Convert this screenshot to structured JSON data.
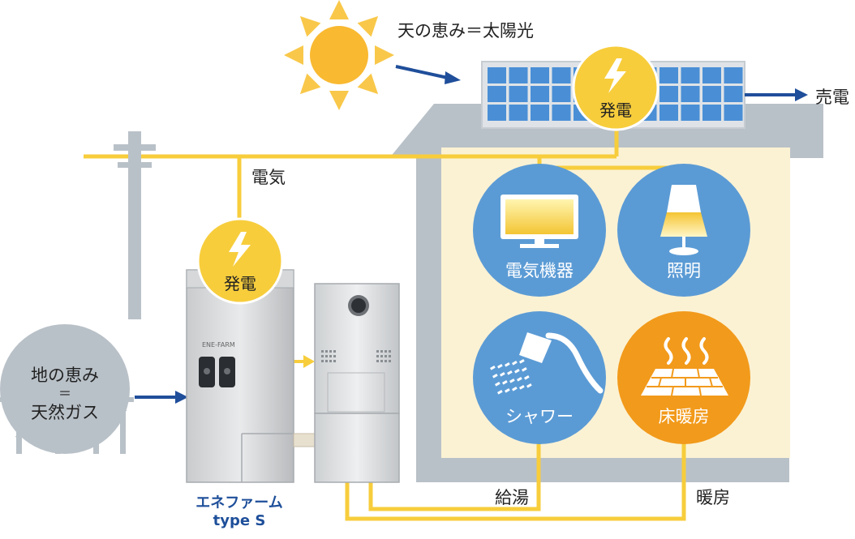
{
  "labels": {
    "sunlight": "天の恵み＝太陽光",
    "sell_power": "売電",
    "electricity": "電気",
    "generation": "発電",
    "gas_line1": "地の恵み",
    "gas_line2": "＝",
    "gas_line3": "天然ガス",
    "hot_water": "給湯",
    "heating": "暖房"
  },
  "uses": {
    "appliances": "電気機器",
    "lighting": "照明",
    "shower": "シャワー",
    "floor_heating": "床暖房"
  },
  "product": {
    "name": "エネファーム",
    "type": "type S"
  },
  "colors": {
    "line_yellow": "#f7cd3c",
    "circle_blue": "#5b9bd5",
    "circle_orange": "#f29a1b",
    "house_fill": "#fbf2d4",
    "house_wall": "#b9c1c8",
    "arrow_blue": "#1f4e9a",
    "sun": "#f9b931"
  },
  "icons": [
    "sun-icon",
    "lightning-icon",
    "tv-icon",
    "lamp-icon",
    "shower-icon",
    "floor-heating-icon",
    "utility-pole-icon",
    "gas-tank-icon"
  ]
}
